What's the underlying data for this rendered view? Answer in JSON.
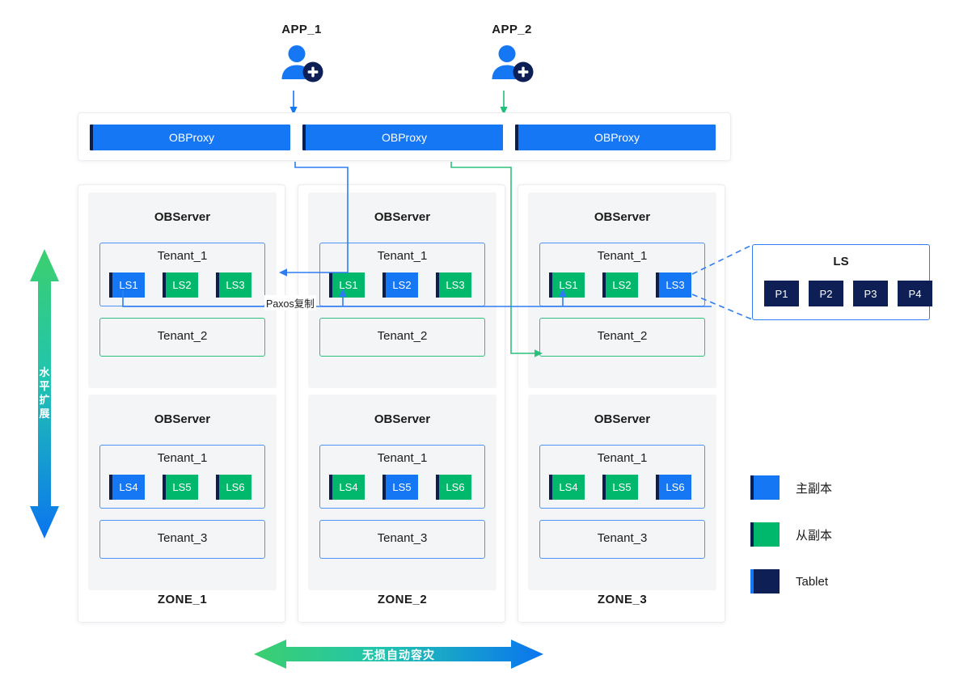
{
  "apps": [
    {
      "label": "APP_1",
      "icon": "user-add-icon",
      "arrow_color": "#1677f5"
    },
    {
      "label": "APP_2",
      "icon": "user-add-icon",
      "arrow_color": "#1fc07a"
    }
  ],
  "proxies": [
    {
      "label": "OBProxy"
    },
    {
      "label": "OBProxy"
    },
    {
      "label": "OBProxy"
    }
  ],
  "zones": [
    {
      "name": "ZONE_1",
      "servers": [
        {
          "title": "OBServer",
          "tenants": [
            {
              "name": "Tenant_1",
              "border": "blue",
              "streams": [
                {
                  "label": "LS1",
                  "role": "blue"
                },
                {
                  "label": "LS2",
                  "role": "green"
                },
                {
                  "label": "LS3",
                  "role": "green"
                }
              ]
            },
            {
              "name": "Tenant_2",
              "border": "green",
              "streams": []
            }
          ]
        },
        {
          "title": "OBServer",
          "tenants": [
            {
              "name": "Tenant_1",
              "border": "blue",
              "streams": [
                {
                  "label": "LS4",
                  "role": "blue"
                },
                {
                  "label": "LS5",
                  "role": "green"
                },
                {
                  "label": "LS6",
                  "role": "green"
                }
              ]
            },
            {
              "name": "Tenant_3",
              "border": "blue",
              "streams": []
            }
          ]
        }
      ]
    },
    {
      "name": "ZONE_2",
      "servers": [
        {
          "title": "OBServer",
          "tenants": [
            {
              "name": "Tenant_1",
              "border": "blue",
              "streams": [
                {
                  "label": "LS1",
                  "role": "green"
                },
                {
                  "label": "LS2",
                  "role": "blue"
                },
                {
                  "label": "LS3",
                  "role": "green"
                }
              ]
            },
            {
              "name": "Tenant_2",
              "border": "green",
              "streams": []
            }
          ]
        },
        {
          "title": "OBServer",
          "tenants": [
            {
              "name": "Tenant_1",
              "border": "blue",
              "streams": [
                {
                  "label": "LS4",
                  "role": "green"
                },
                {
                  "label": "LS5",
                  "role": "blue"
                },
                {
                  "label": "LS6",
                  "role": "green"
                }
              ]
            },
            {
              "name": "Tenant_3",
              "border": "blue",
              "streams": []
            }
          ]
        }
      ]
    },
    {
      "name": "ZONE_3",
      "servers": [
        {
          "title": "OBServer",
          "tenants": [
            {
              "name": "Tenant_1",
              "border": "blue",
              "streams": [
                {
                  "label": "LS1",
                  "role": "green"
                },
                {
                  "label": "LS2",
                  "role": "green"
                },
                {
                  "label": "LS3",
                  "role": "blue"
                }
              ]
            },
            {
              "name": "Tenant_2",
              "border": "green",
              "streams": []
            }
          ]
        },
        {
          "title": "OBServer",
          "tenants": [
            {
              "name": "Tenant_1",
              "border": "blue",
              "streams": [
                {
                  "label": "LS4",
                  "role": "green"
                },
                {
                  "label": "LS5",
                  "role": "green"
                },
                {
                  "label": "LS6",
                  "role": "blue"
                }
              ]
            },
            {
              "name": "Tenant_3",
              "border": "blue",
              "streams": []
            }
          ]
        }
      ]
    }
  ],
  "ls_detail": {
    "title": "LS",
    "tablets": [
      {
        "label": "P1"
      },
      {
        "label": "P2"
      },
      {
        "label": "P3"
      },
      {
        "label": "P4"
      }
    ]
  },
  "annotations": {
    "paxos": "Paxos复制",
    "vertical_arrow": "水平扩展",
    "horizontal_arrow": "无损自动容灾"
  },
  "legend": [
    {
      "label": "主副本",
      "swatch": "blue"
    },
    {
      "label": "从副本",
      "swatch": "green"
    },
    {
      "label": "Tablet",
      "swatch": "navy"
    }
  ],
  "colors": {
    "primary_blue": "#1677f5",
    "secondary_green": "#00b86b",
    "tablet_navy": "#0d1f55",
    "tenant_blue_border": "#4d94f7",
    "tenant_green_border": "#2dc07c",
    "link_blue": "#2f7df4",
    "link_green": "#2dc07c"
  }
}
